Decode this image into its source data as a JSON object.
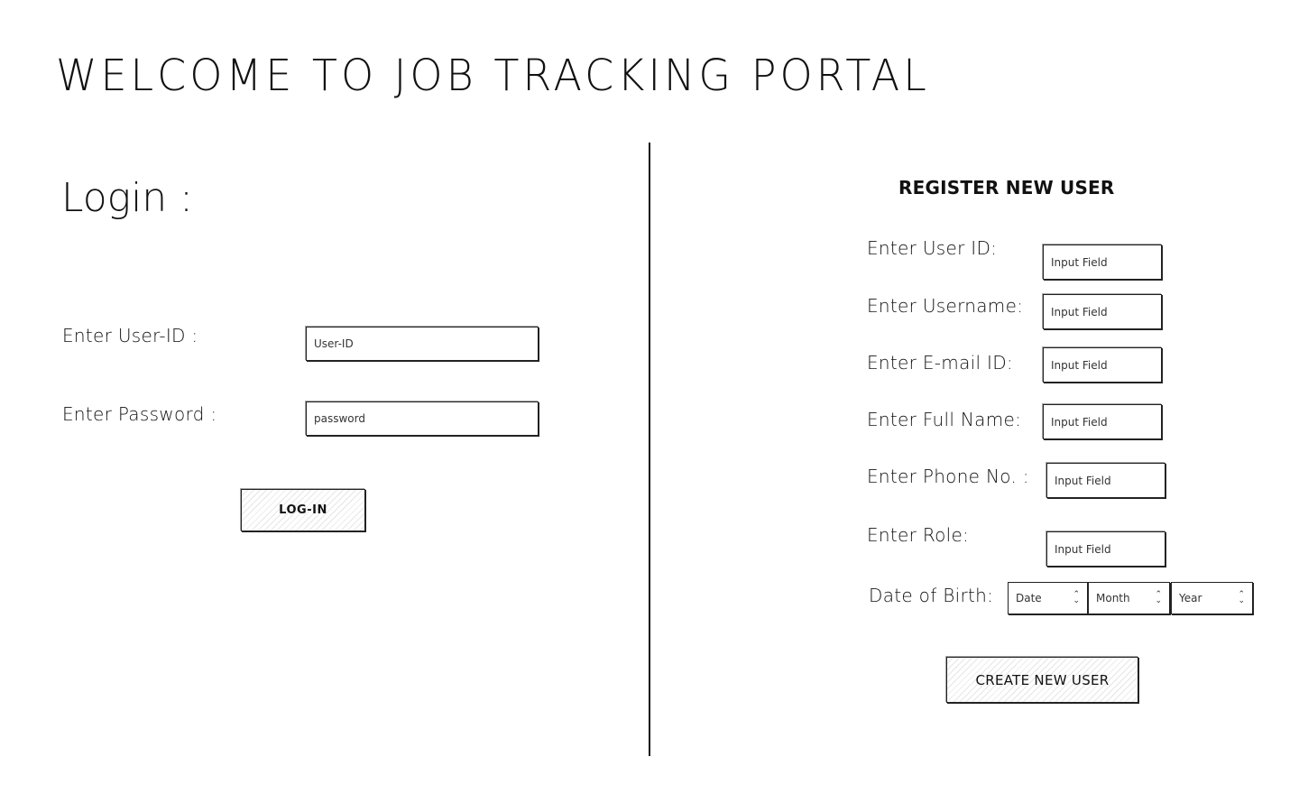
{
  "header": {
    "title": "WELCOME TO JOB TRACKING PORTAL"
  },
  "login": {
    "heading": "Login :",
    "user_id_label": "Enter User-ID :",
    "user_id_placeholder": "User-ID",
    "password_label": "Enter Password :",
    "password_placeholder": "password",
    "submit_label": "LOG-IN"
  },
  "register": {
    "heading": "REGISTER NEW USER",
    "fields": [
      {
        "label": "Enter User ID:",
        "placeholder": "Input Field"
      },
      {
        "label": "Enter Username:",
        "placeholder": "Input Field"
      },
      {
        "label": "Enter E-mail ID:",
        "placeholder": "Input Field"
      },
      {
        "label": "Enter Full Name:",
        "placeholder": "Input Field"
      },
      {
        "label": "Enter Phone No. :",
        "placeholder": "Input Field"
      },
      {
        "label": "Enter Role:",
        "placeholder": "Input Field"
      }
    ],
    "dob_label": "Date of Birth:",
    "dob_selects": {
      "date": "Date",
      "month": "Month",
      "year": "Year"
    },
    "submit_label": "CREATE NEW USER"
  },
  "icons": {
    "stepper": "chevron-up-down-icon"
  }
}
